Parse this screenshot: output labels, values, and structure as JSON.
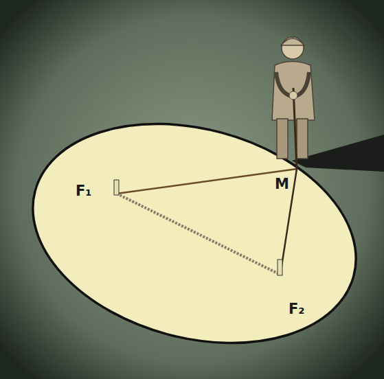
{
  "diagram": {
    "labels": [
      "F₁",
      "M",
      "F₂"
    ]
  }
}
